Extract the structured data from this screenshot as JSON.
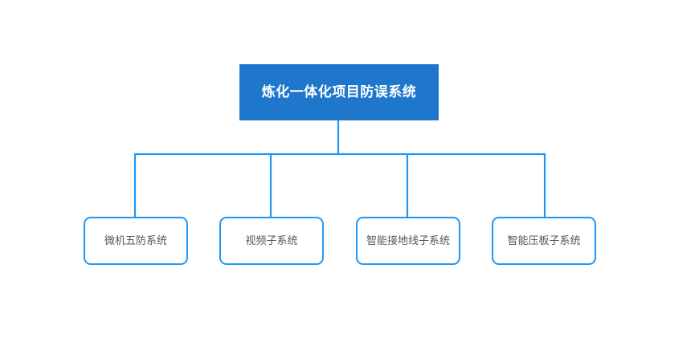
{
  "diagram": {
    "type": "org-chart",
    "background_color": "#ffffff",
    "root": {
      "label": "炼化一体化项目防误系统",
      "fill_color": "#1f77cc",
      "text_color": "#ffffff"
    },
    "connector_color": "#2196f3",
    "children": [
      {
        "label": "微机五防系统"
      },
      {
        "label": "视频子系统"
      },
      {
        "label": "智能接地线子系统"
      },
      {
        "label": "智能压板子系统"
      }
    ],
    "child_style": {
      "border_color": "#2196f3",
      "fill_color": "#ffffff",
      "text_color": "#555555"
    }
  }
}
